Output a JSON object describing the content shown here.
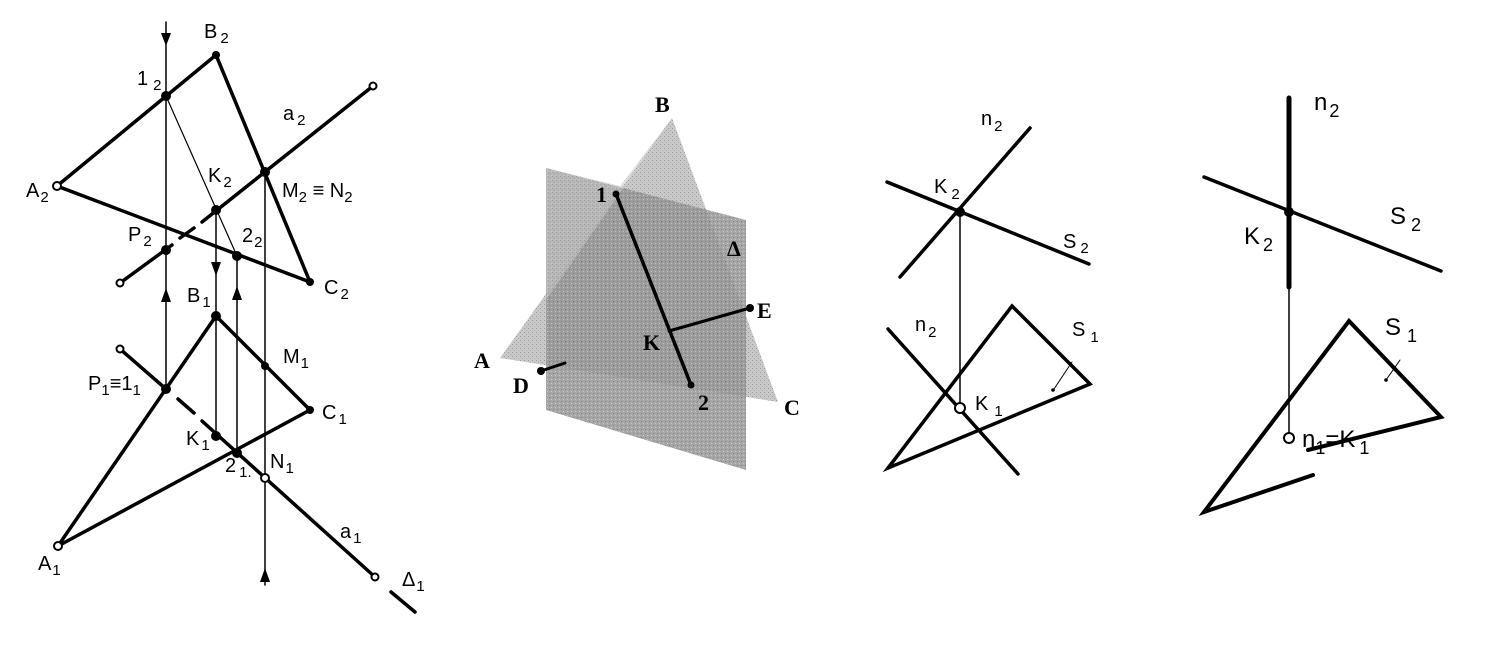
{
  "figure1": {
    "B2": "B",
    "B2_sub": "2",
    "p12": "1",
    "p12_sub": "2",
    "a2": "a",
    "a2_sub": "2",
    "A2": "A",
    "A2_sub": "2",
    "K2": "K",
    "K2_sub": "2",
    "M2N2": "M",
    "M2N2_sub1": "2",
    "M2N2_eq": " ≡ N",
    "M2N2_sub2": "2",
    "P2": "P",
    "P2_sub": "2",
    "p22": "2",
    "p22_sub": "2",
    "C2": "C",
    "C2_sub": "2",
    "B1": "B",
    "B1_sub": "1",
    "M1": "M",
    "M1_sub": "1",
    "P1": "P",
    "P1_sub1": "1",
    "P1_eq": "≡1",
    "P1_sub2": "1",
    "C1": "C",
    "C1_sub": "1",
    "K1": "K",
    "K1_sub": "1",
    "p21": "2",
    "p21_sub": "1.",
    "N1": "N",
    "N1_sub": "1",
    "a1": "a",
    "a1_sub": "1",
    "A1": "A",
    "A1_sub": "1",
    "Delta1": "Δ",
    "Delta1_sub": "1"
  },
  "figure2": {
    "B": "B",
    "one": "1",
    "delta": "Δ",
    "E": "E",
    "K": "K",
    "A": "A",
    "D": "D",
    "two": "2",
    "C": "C"
  },
  "figure3": {
    "n2_top": "n",
    "n2_top_sub": "2",
    "K2": "K",
    "K2_sub": "2",
    "S2": "S",
    "S2_sub": "2",
    "n2_bot": "n",
    "n2_bot_sub": "2",
    "S1": "S",
    "S1_sub": "1",
    "K1": "K",
    "K1_sub": "1"
  },
  "figure4": {
    "n2": "n",
    "n2_sub": "2",
    "K2": "K",
    "K2_sub": "2",
    "S2": "S",
    "S2_sub": "2",
    "S1": "S",
    "S1_sub": "1",
    "n1K1": "n",
    "n1K1_sub1": "1",
    "n1K1_eq": "=K",
    "n1K1_sub2": "1"
  },
  "colors": {
    "ink": "#000000",
    "plane_light": "#c8c8c8",
    "plane_dark": "#8f8f8f"
  }
}
